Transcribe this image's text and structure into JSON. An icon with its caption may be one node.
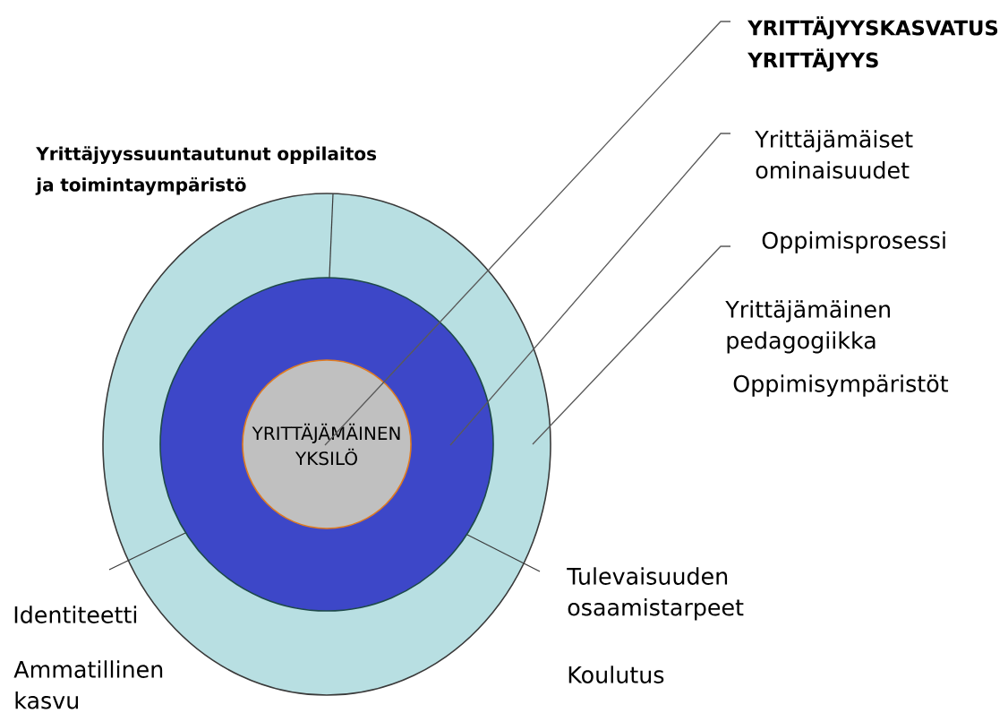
{
  "diagram": {
    "nodes": [
      {
        "text": [],
        "shape": "circle"
      },
      {
        "text": [],
        "shape": "circle",
        "in": 0
      },
      {
        "text": [
          "YRITTÄJÄMÄINEN YKSILÖ"
        ],
        "in": 1
      },
      {
        "text": [
          "YRITTÄJYYSKASVATUS YRITTÄJYYS"
        ]
      },
      {
        "text": [
          "Yrittäjämäiset ominaisuudet"
        ]
      },
      {
        "text": [
          "Oppimisprosessi"
        ]
      }
    ],
    "edges": [
      {
        "from": 3,
        "to": 2,
        "arrow": "none"
      },
      {
        "from": 4,
        "to": 1,
        "arrow": "none"
      },
      {
        "from": 5,
        "to": 0,
        "arrow": "none"
      }
    ],
    "labels": [
      "Yrittäjyyssuuntautunut oppilaitos ja toimintaympäristö",
      "Yrittäjämäinen pedagogiikka",
      "Oppimisympäristöt",
      "Tulevaisuuden osaamistarpeet",
      "Identiteetti",
      "Ammatillinen kasvu",
      "Koulutus"
    ]
  }
}
